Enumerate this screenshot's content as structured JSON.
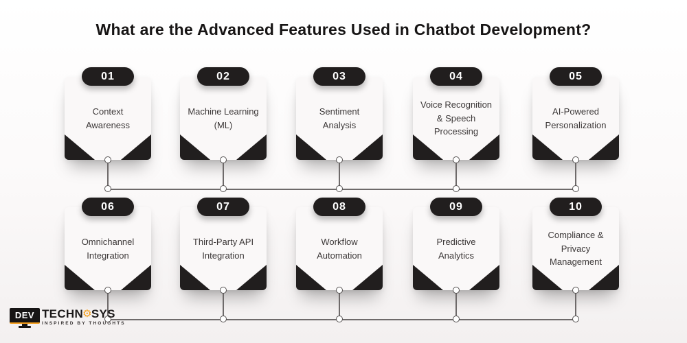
{
  "title": "What are the Advanced Features Used in Chatbot Development?",
  "colors": {
    "accent_dark": "#211e1e",
    "card_bg": "#faf8f8",
    "connector_line": "#6e6a6a",
    "logo_orange": "#f59e1b"
  },
  "features": [
    {
      "number": "01",
      "label": "Context\nAwareness"
    },
    {
      "number": "02",
      "label": "Machine Learning\n(ML)"
    },
    {
      "number": "03",
      "label": "Sentiment\nAnalysis"
    },
    {
      "number": "04",
      "label": "Voice Recognition\n& Speech\nProcessing"
    },
    {
      "number": "05",
      "label": "AI-Powered\nPersonalization"
    },
    {
      "number": "06",
      "label": "Omnichannel\nIntegration"
    },
    {
      "number": "07",
      "label": "Third-Party API\nIntegration"
    },
    {
      "number": "08",
      "label": "Workflow\nAutomation"
    },
    {
      "number": "09",
      "label": "Predictive\nAnalytics"
    },
    {
      "number": "10",
      "label": "Compliance &\nPrivacy\nManagement"
    }
  ],
  "logo": {
    "brand_prefix": "DEV",
    "brand_mid": "TECHN",
    "brand_suffix": "SYS",
    "tagline": "INSPIRED BY THOUGHTS"
  }
}
